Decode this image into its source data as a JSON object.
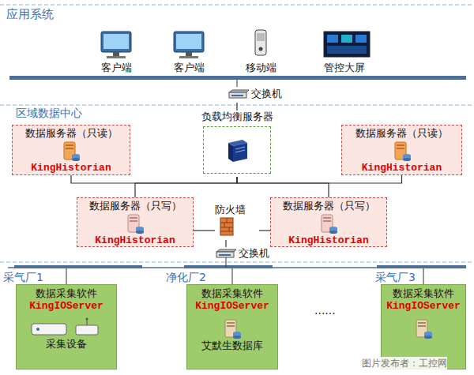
{
  "diagram": {
    "nodes": [
      {
        "text": [
          "交换机"
        ]
      },
      {
        "text": [
          "负载均衡服务器"
        ]
      },
      {
        "text": [
          "数据服务器（只读）",
          "KingHistorian"
        ]
      },
      {
        "text": [
          "数据服务器（只读）",
          "KingHistorian"
        ]
      },
      {
        "text": [
          "数据服务器（只写）",
          "KingHistorian"
        ]
      },
      {
        "text": [
          "数据服务器（只写）",
          "KingHistorian"
        ]
      },
      {
        "text": [
          "防火墙"
        ]
      },
      {
        "text": [
          "交换机"
        ]
      },
      {
        "text": [
          "数据采集软件",
          "KingIOServer",
          "采集设备"
        ]
      },
      {
        "text": [
          "数据采集软件",
          "KingIOServer",
          "艾默生数据库"
        ]
      },
      {
        "text": [
          "数据采集软件",
          "KingIOServer"
        ]
      }
    ],
    "edges": [
      {
        "from": 0,
        "to": 1,
        "arrow": "none"
      },
      {
        "from": 1,
        "to": 2,
        "arrow": "none"
      },
      {
        "from": 1,
        "to": 3,
        "arrow": "none"
      },
      {
        "from": 1,
        "to": 4,
        "arrow": "none"
      },
      {
        "from": 1,
        "to": 5,
        "arrow": "none"
      },
      {
        "from": 4,
        "to": 6,
        "arrow": "none"
      },
      {
        "from": 5,
        "to": 6,
        "arrow": "none"
      },
      {
        "from": 6,
        "to": 7,
        "arrow": "none"
      }
    ],
    "labels": [
      "应用系统",
      "客户端",
      "客户端",
      "移动端",
      "管控大屏",
      "区域数据中心",
      "采气厂1",
      "净化厂2",
      "采气厂3",
      "......",
      "图片发布者：工控网"
    ]
  }
}
